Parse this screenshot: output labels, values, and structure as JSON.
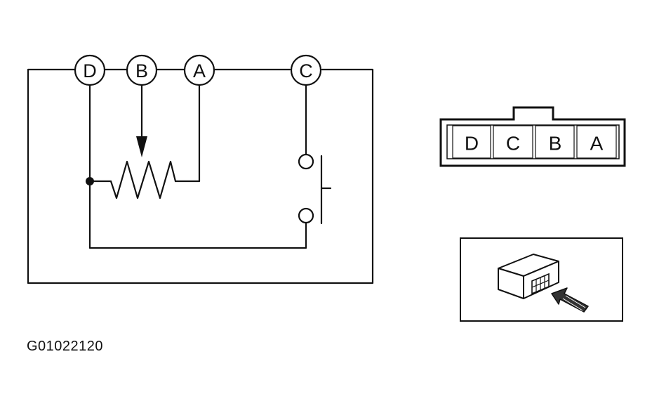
{
  "schematic": {
    "pins": {
      "d": "D",
      "b": "B",
      "a": "A",
      "c": "C"
    }
  },
  "connector_face": {
    "cavities": [
      "D",
      "C",
      "B",
      "A"
    ]
  },
  "figure_id": "G01022120"
}
